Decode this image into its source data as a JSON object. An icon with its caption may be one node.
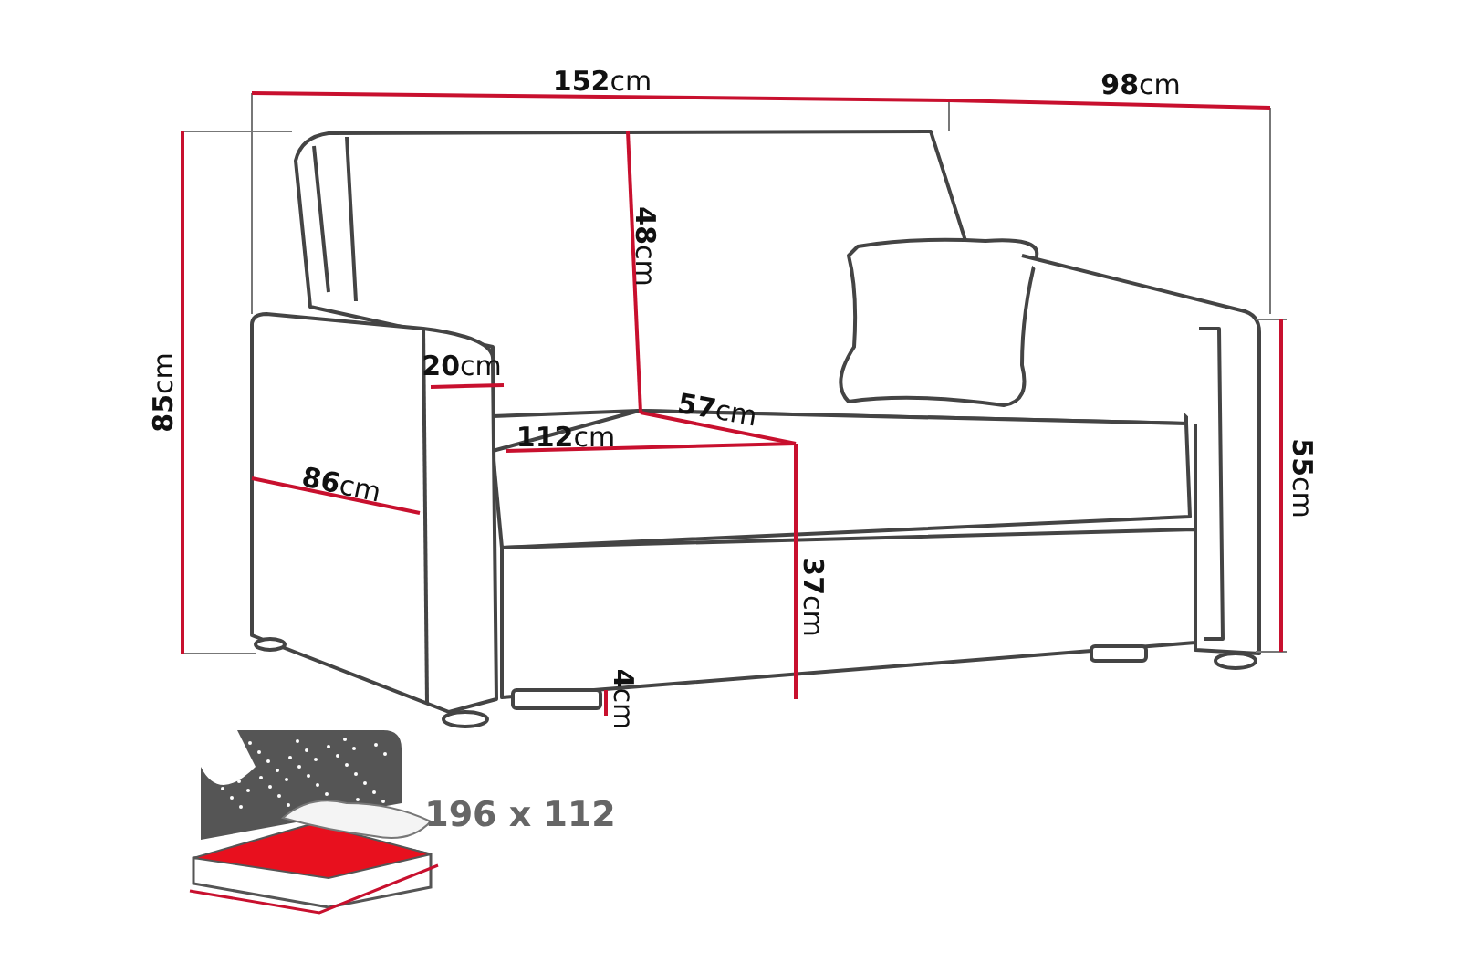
{
  "diagram": {
    "labels": [
      "**152**cm",
      "**98**cm",
      "**48**cm",
      "**85**cm",
      "**20**cm",
      "**57**cm",
      "**112**cm",
      "**86**cm",
      "**55**cm",
      "**37**cm",
      "**4**cm",
      "196 x 112"
    ]
  }
}
